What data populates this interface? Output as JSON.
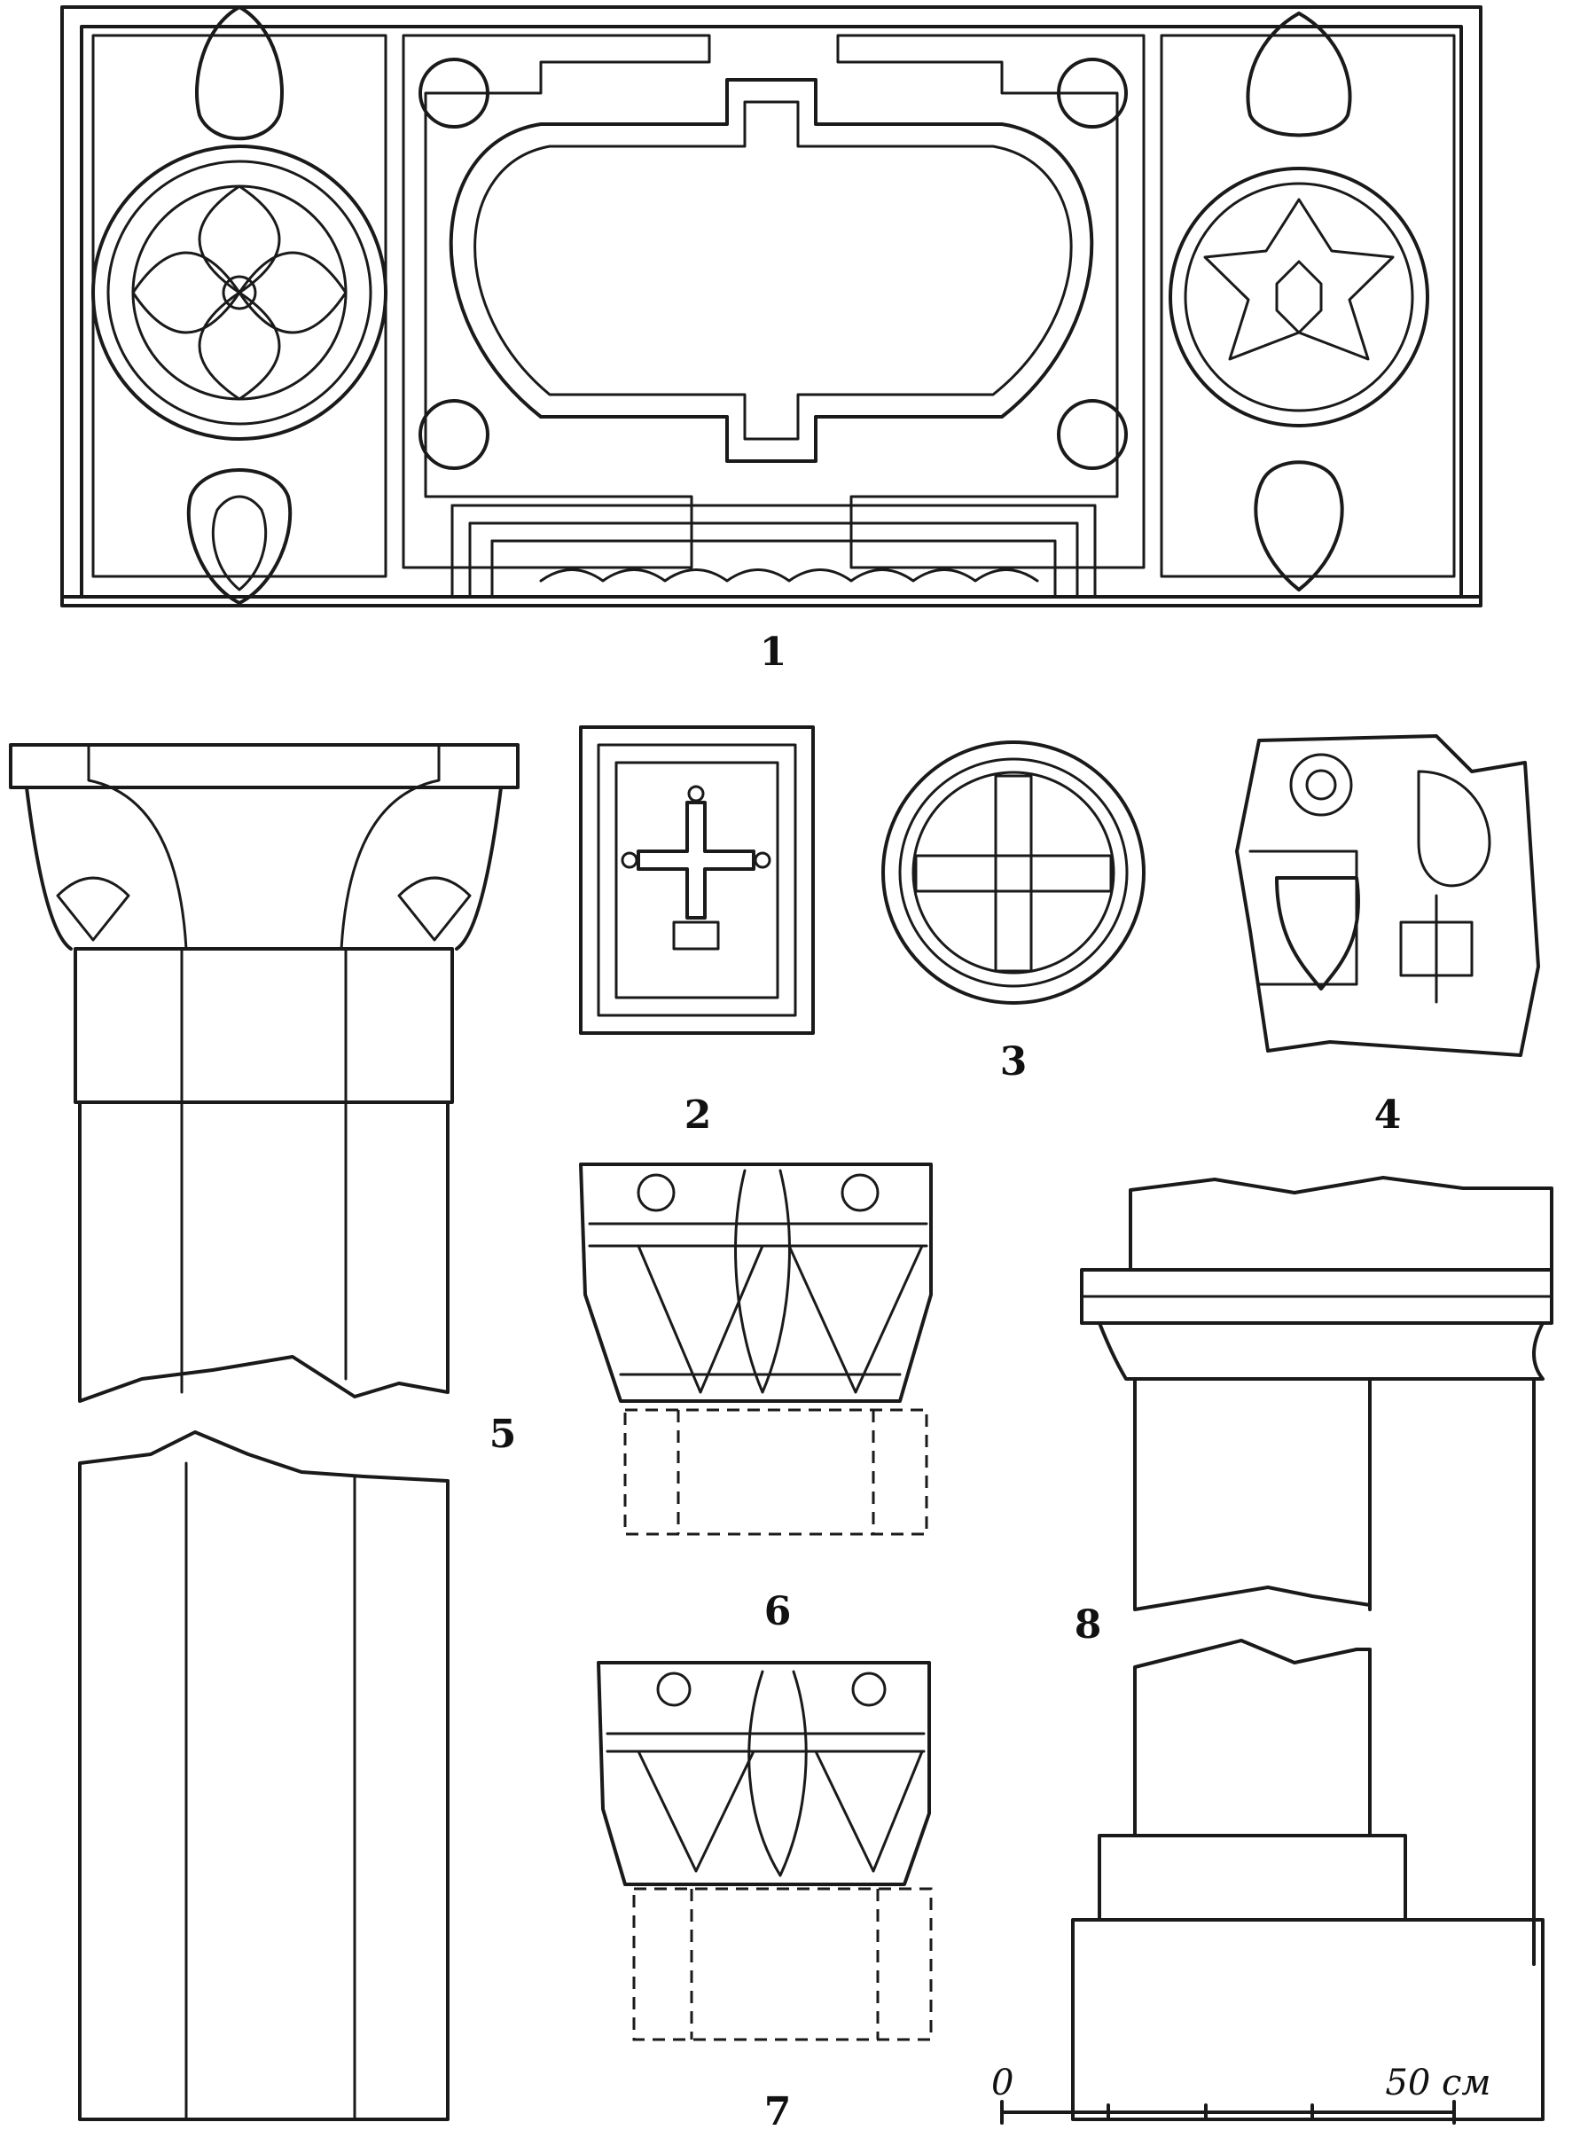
{
  "figure_numbers": {
    "f1": "1",
    "f2": "2",
    "f3": "3",
    "f4": "4",
    "f5": "5",
    "f6": "6",
    "f7": "7",
    "f8": "8"
  },
  "scale_bar": {
    "start_label": "0",
    "end_label": "50 см"
  },
  "colors": {
    "ink": "#1a1a1a",
    "paper": "#ffffff"
  }
}
